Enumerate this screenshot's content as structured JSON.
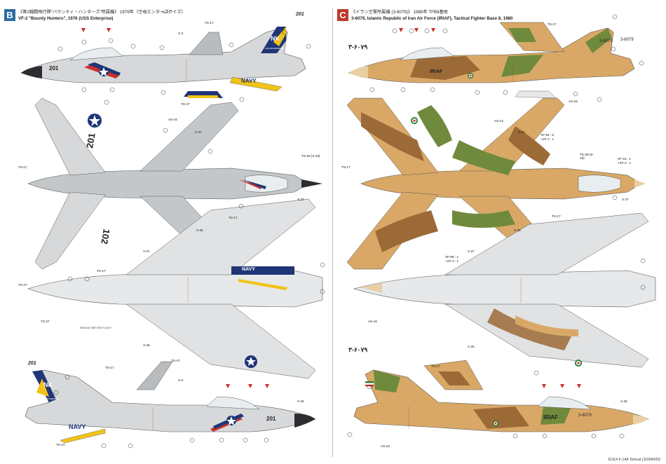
{
  "panel_b": {
    "badge": "B",
    "badge_color": "#2b6ca3",
    "title_jp": "《第2戦闘飛行隊\"バウンティ・ハンターズ\"所属機》 1976年（空母エンタープライズ）",
    "title_en": "VF-2 \"Bounty Hunters\", 1976 (USS Enterprise)",
    "nose_number": "201",
    "tail_code": "NK",
    "tail_text": "USS ENTERPRISE",
    "navy_text": "NAVY",
    "wing_number_top": "201",
    "wing_number_bottom": "102",
    "lower_stamp": "REMOVE BEFORE FLIGHT",
    "tail_number_top": "201",
    "tail_number_bottom": "201",
    "stencils": {
      "ts47": "TS-47",
      "ts17": "TS-17",
      "x3": "X-3",
      "as16": "AS-16",
      "x27": "X-27",
      "ts29": "TS-29 (X-18)",
      "x25": "X-25",
      "ts27": "TS-27",
      "x26": "X-26"
    }
  },
  "panel_c": {
    "badge": "C",
    "badge_color": "#c0392b",
    "title_jp": "《イラン空軍所属機 (3-6079)》 1980年 TFB8基地",
    "title_en_1": "3-6079, Islamic Republic of Iran Air Force (IRIAF), Tactical Fighter Base 8, 1980",
    "serial_farsi": "۳-۶۰۷۹",
    "serial": "3-6079",
    "iriaf_text": "IRIAF",
    "tail_serial": "3-6079",
    "stencils": {
      "ts17": "TS-17",
      "as16": "AS-16",
      "as14": "AS-14",
      "x27": "X-27",
      "xf1": "XF-84 : 5",
      "xf2": "+XF-2 : 1",
      "ts29": "TS-29 (X-18)",
      "xf3": "XF-15 : 1",
      "xf4": "+XF-2 : 1",
      "x25": "X-25",
      "xf5": "XF-88 : 1",
      "xf6": "+XF-2 : 1",
      "x26": "X-26"
    }
  },
  "footer": "61114 F-14A Tomcat (11099433)",
  "colors": {
    "navy_blue": "#1f3577",
    "navy_yellow": "#f2c316",
    "navy_red": "#c8302b",
    "light_gray": "#d6d8da",
    "mid_gray": "#b9bcbf",
    "dark_gray": "#6b6e71",
    "tan": "#d9a866",
    "brown": "#9c6a37",
    "green": "#6f8a3c",
    "sand": "#e8cfa4",
    "radome_dark": "#2c2d30",
    "canopy": "#e8eef0"
  }
}
